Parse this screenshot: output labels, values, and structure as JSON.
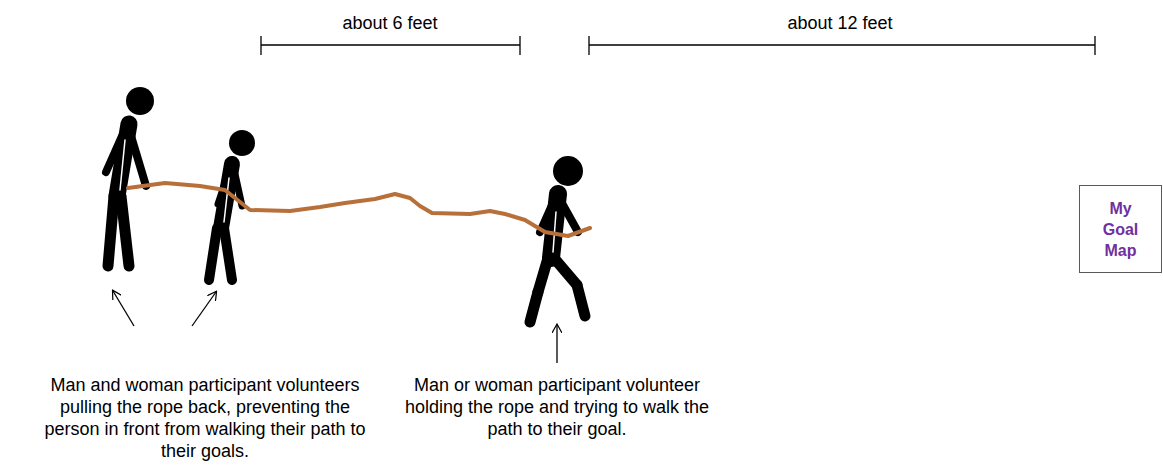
{
  "diagram": {
    "nodes": [
      {
        "text": [
          "My Goal Map"
        ]
      }
    ],
    "labels": [
      "about 6 feet",
      "about 12 feet",
      "Man and woman participant volunteers pulling the rope back, preventing the person in front from walking their path to their goals.",
      "Man or woman participant volunteer holding the rope and trying to walk the path to their goal."
    ]
  }
}
